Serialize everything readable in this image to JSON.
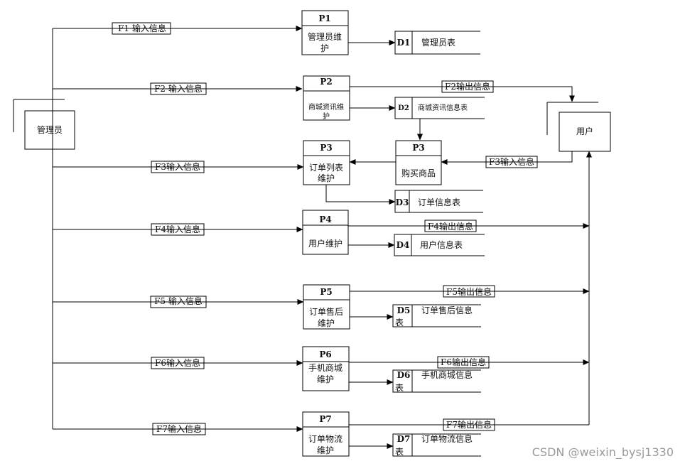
{
  "external": {
    "admin": "管理员",
    "user": "用户"
  },
  "flows": {
    "f1_in": "F1 输入信息",
    "f2_in": "F2 输入信息",
    "f2_out": "F2输出信息",
    "f3_in_admin": "F3输入信息",
    "f3_in_user": "F3输入信息",
    "f4_in": "F4输入信息",
    "f4_out": "F4输出信息",
    "f5_in": "F5 输入信息",
    "f5_out": "F5输出信息",
    "f6_in": "F6输入信息",
    "f6_out": "F6输出信息",
    "f7_in": "F7输入信息",
    "f7_out": "F7输出信息"
  },
  "processes": {
    "p1": {
      "id": "P1",
      "line1": "管理员维",
      "line2": "护"
    },
    "p2": {
      "id": "P2",
      "line1": "商城资讯维",
      "line2": "护"
    },
    "p3a": {
      "id": "P3",
      "line1": "订单列表",
      "line2": "维护"
    },
    "p3b": {
      "id": "P3",
      "line1": "购买商品"
    },
    "p4": {
      "id": "P4",
      "line1": "用户维护"
    },
    "p5": {
      "id": "P5",
      "line1": "订单售后",
      "line2": "维护"
    },
    "p6": {
      "id": "P6",
      "line1": "手机商城",
      "line2": "维护"
    },
    "p7": {
      "id": "P7",
      "line1": "订单物流",
      "line2": "维护"
    }
  },
  "stores": {
    "d1": {
      "id": "D1",
      "name": "管理员表"
    },
    "d2": {
      "id": "D2",
      "name": "商城资讯信息表"
    },
    "d3": {
      "id": "D3",
      "name": "订单信息表"
    },
    "d4": {
      "id": "D4",
      "name": "用户信息表"
    },
    "d5": {
      "id": "D5",
      "name": "订单售后信息",
      "tail": "表"
    },
    "d6": {
      "id": "D6",
      "name": "手机商城信息",
      "tail": "表"
    },
    "d7": {
      "id": "D7",
      "name": "订单物流信息",
      "tail": "表"
    }
  },
  "watermark": "CSDN @weixin_bysj1330"
}
